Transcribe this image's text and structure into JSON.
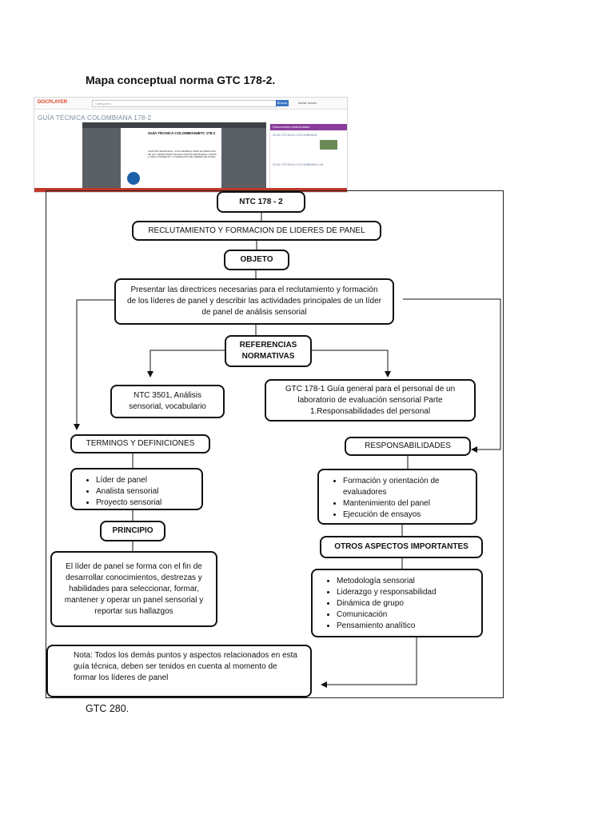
{
  "page_title": "Mapa conceptual norma GTC 178-2.",
  "footer": "GTC 280.",
  "screenshot": {
    "logo": "DOCPLAYER",
    "search_placeholder": "Categorías",
    "search_button": "Buscar",
    "top_links": "Iniciar sesión",
    "doc_title": "GUÍA TÉCNICA COLOMBIANA 178-2",
    "page_heading_left": "GUÍA TÉCNICA COLOMBIANA",
    "page_heading_right": "GTC 178-2",
    "page_body": "ANÁLISIS SENSORIAL. GUÍA GENERAL PARA EL PERSONAL DE UN LABORATORIO DE EVALUACIÓN SENSORIAL. PARTE 2. RECLUTAMIENTO Y FORMACIÓN DE LÍDERES DE PANEL",
    "side_header": "Documentos relacionados",
    "side_items": [
      "GUÍA TÉCNICA COLOMBIANA",
      "GUÍA TÉCNICA COLOMBIANA 145"
    ]
  },
  "diagram": {
    "root": "NTC 178 - 2",
    "subtitle": "RECLUTAMIENTO Y FORMACION DE LIDERES DE PANEL",
    "objeto_label": "OBJETO",
    "objeto_text": "Presentar las directrices necesarias para el reclutamiento y formación de los líderes de panel y describir las actividades principales de un líder de panel de análisis sensorial",
    "referencias_label": "REFERENCIAS NORMATIVAS",
    "ref_left": "NTC 3501, Análisis sensorial, vocabulario",
    "ref_right": "GTC 178-1 Guía general para el personal de un laboratorio de evaluación sensorial Parte 1.Responsabilidades del personal",
    "terminos_label": "TERMINOS Y DEFINICIONES",
    "terminos_items": [
      "Líder de panel",
      "Analista sensorial",
      "Proyecto sensorial"
    ],
    "principio_label": "PRINCIPIO",
    "principio_text": "El líder de panel se forma con el fin de desarrollar conocimientos, destrezas y habilidades para seleccionar, formar, mantener y operar un panel sensorial y reportar sus hallazgos",
    "responsabilidades_label": "RESPONSABILIDADES",
    "responsabilidades_items": [
      "Formación y orientación de evaluadores",
      "Mantenimiento del panel",
      "Ejecución de ensayos"
    ],
    "otros_label": "OTROS ASPECTOS IMPORTANTES",
    "otros_items": [
      "Metodología sensorial",
      "Liderazgo y responsabilidad",
      "Dinámica de grupo",
      "Comunicación",
      "Pensamiento analítico"
    ],
    "nota_text": "Nota: Todos los demás puntos y aspectos relacionados en esta guía técnica, deben ser tenidos en cuenta al momento de formar los líderes de panel"
  }
}
